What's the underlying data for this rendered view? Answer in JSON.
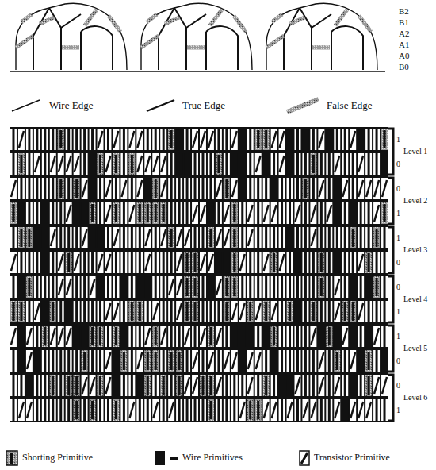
{
  "diagram": {
    "labels": [
      "B2",
      "B1",
      "A2",
      "A1",
      "A0",
      "B0",
      "1",
      "0",
      "Level 1",
      "0",
      "1",
      "Level 2",
      "1",
      "0",
      "Level 3",
      "0",
      "1",
      "Level 4",
      "1",
      "0",
      "Level 5",
      "0",
      "1",
      "Level 6"
    ],
    "legend": [
      {
        "text": "Wire Edge"
      },
      {
        "text": "True Edge"
      },
      {
        "text": "False Edge"
      },
      {
        "text": "Shorting Primitive"
      },
      {
        "text": "Wire Primitives"
      },
      {
        "text": "Transistor Primitive"
      }
    ]
  }
}
